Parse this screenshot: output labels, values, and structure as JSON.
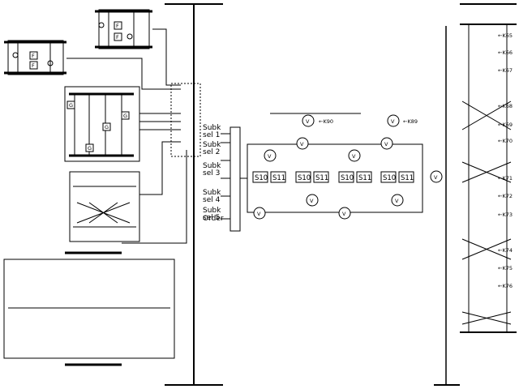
{
  "mux_labels": [
    "Subk sel 1",
    "Subk sel 2",
    "Subk sel 3",
    "Subk sel 4",
    "Subk sel 5",
    "Order"
  ],
  "mux_labels_split": [
    [
      "Subk",
      "sel 1"
    ],
    [
      "Subk",
      "sel 2"
    ],
    [
      "Subk",
      "sel 3"
    ],
    [
      "Subk",
      "sel 4"
    ],
    [
      "Subk",
      "sel 5"
    ],
    [
      "Order"
    ]
  ],
  "f_label": "F",
  "g_label": "G",
  "v_label": "V",
  "round_blocks": [
    {
      "s_left": "S10",
      "s_right": "S11"
    },
    {
      "s_left": "S10",
      "s_right": "S11"
    },
    {
      "s_left": "S10",
      "s_right": "S11"
    },
    {
      "s_left": "S10",
      "s_right": "S11"
    }
  ],
  "k_top": [
    "K90",
    "K89"
  ],
  "k_right": [
    "K65",
    "K66",
    "K67",
    "K68",
    "K69",
    "K70",
    "K71",
    "K72",
    "K73",
    "K74",
    "K75",
    "K76"
  ]
}
